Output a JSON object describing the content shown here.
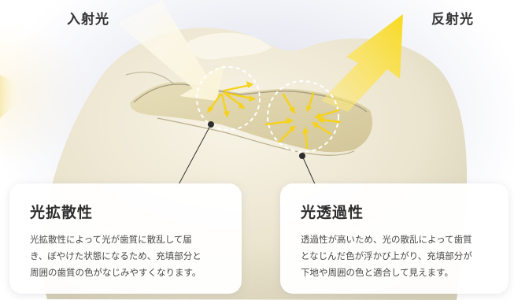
{
  "labels": {
    "incident_light": "入射光",
    "reflected_light": "反射光"
  },
  "cards": [
    {
      "title": "光拡散性",
      "lines": [
        "光拡散性によって光が歯質に散乱して届",
        "き、ぼやけた状態になるため、充填部分と",
        "周囲の歯質の色がなじみやすくなります。"
      ]
    },
    {
      "title": "光透過性",
      "lines": [
        "透過性が高いため、光の散乱によって歯質",
        "となじんだ色が浮かび上がり、充填部分が",
        "下地や周囲の色と適合して見えます。"
      ]
    }
  ],
  "colors": {
    "arrow_yellow": "#f5d21c",
    "incident_beam": "#fbf7e8",
    "reflected_beam": "#fbe97a",
    "tooth": "#ece6d2",
    "filling": "#ddd2a8",
    "text": "#333333"
  }
}
